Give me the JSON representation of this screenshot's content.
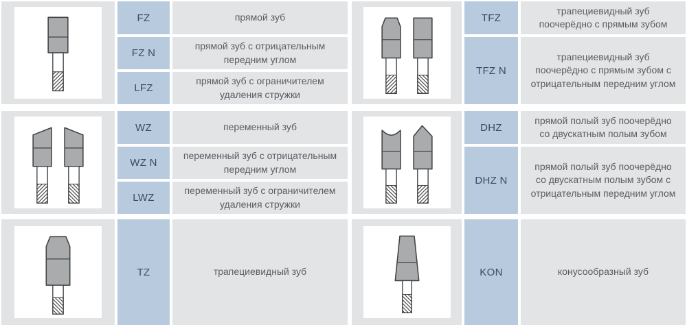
{
  "colors": {
    "code_cell_bg": "#b8cade",
    "code_text": "#3a4a63",
    "desc_cell_bg": "#e3e4e6",
    "desc_text": "#595c61",
    "image_cell_bg": "#e2e3e5",
    "tooth_fill": "#a9abad"
  },
  "table": {
    "groups": [
      {
        "left": {
          "image": "fz-straight-tooth-diagram",
          "rows": [
            {
              "code": "FZ",
              "desc": "прямой зуб"
            },
            {
              "code": "FZ N",
              "desc": "прямой зуб с отрицательным передним углом"
            },
            {
              "code": "LFZ",
              "desc": "прямой зуб с ограничителем удаления стружки"
            }
          ]
        },
        "right": {
          "image": "tfz-trapezoid-and-flat-teeth-diagram",
          "rows": [
            {
              "code": "TFZ",
              "desc": "трапециевидный зуб поочерёдно с прямым зубом"
            },
            {
              "code": "TFZ N",
              "desc": "трапециевидный зуб поочерёдно с прямым зубом с отрицательным передним углом"
            }
          ]
        }
      },
      {
        "left": {
          "image": "wz-alternate-bevel-teeth-diagram",
          "rows": [
            {
              "code": "WZ",
              "desc": "переменный зуб"
            },
            {
              "code": "WZ N",
              "desc": "переменный зуб с отрицательным передним углом"
            },
            {
              "code": "LWZ",
              "desc": "переменный зуб с ограничителем удаления стружки"
            }
          ]
        },
        "right": {
          "image": "dhz-hollow-and-roof-teeth-diagram",
          "rows": [
            {
              "code": "DHZ",
              "desc": "прямой полый зуб поочерёдно со двускатным полым зубом"
            },
            {
              "code": "DHZ N",
              "desc": "прямой полый зуб поочерёдно со двускатным полым зубом с отрицательным передним углом"
            }
          ]
        }
      },
      {
        "left": {
          "image": "tz-trapezoid-tooth-diagram",
          "rows": [
            {
              "code": "TZ",
              "desc": "трапециевидный зуб"
            }
          ]
        },
        "right": {
          "image": "kon-conical-tooth-diagram",
          "rows": [
            {
              "code": "KON",
              "desc": "конусообразный зуб"
            }
          ]
        }
      }
    ]
  }
}
